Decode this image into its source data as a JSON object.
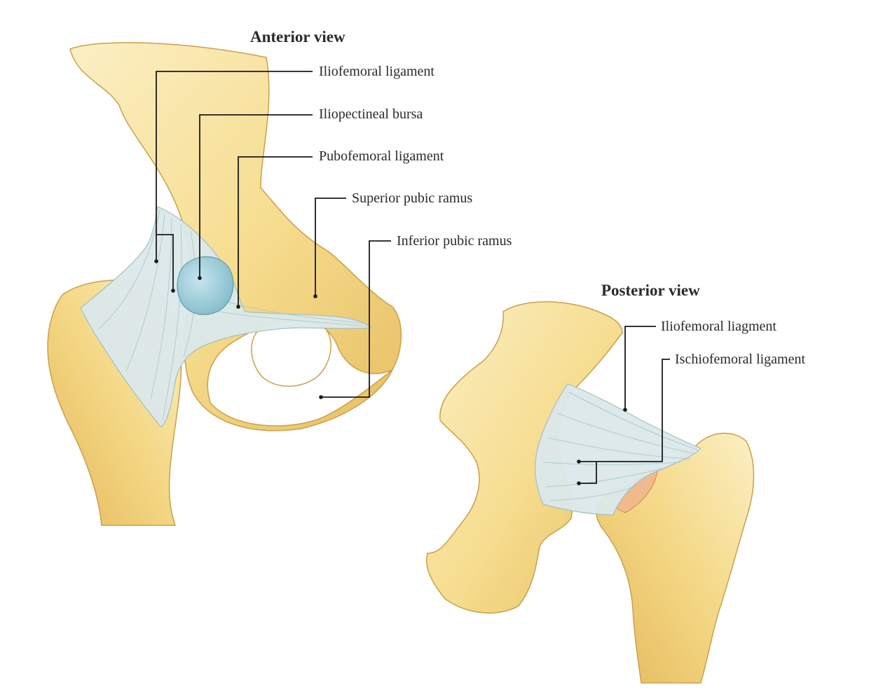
{
  "anterior": {
    "title": "Anterior view",
    "labels": [
      "Iliofemoral ligament",
      "Iliopectineal bursa",
      "Pubofemoral ligament",
      "Superior pubic ramus",
      "Inferior pubic ramus"
    ]
  },
  "posterior": {
    "title": "Posterior view",
    "labels": [
      "Iliofemoral liagment",
      "Ischiofemoral ligament"
    ]
  },
  "colors": {
    "bone": "#f6dc8e",
    "bone_light": "#fbefc4",
    "bone_shadow": "#e2b95a",
    "ligament": "#dce9ea",
    "ligament_stroke": "#9fbfc4",
    "bursa": "#9fd0dc",
    "cartilage": "#f2b98a",
    "leader": "#1a1a1a",
    "text": "#2a2a2a"
  }
}
